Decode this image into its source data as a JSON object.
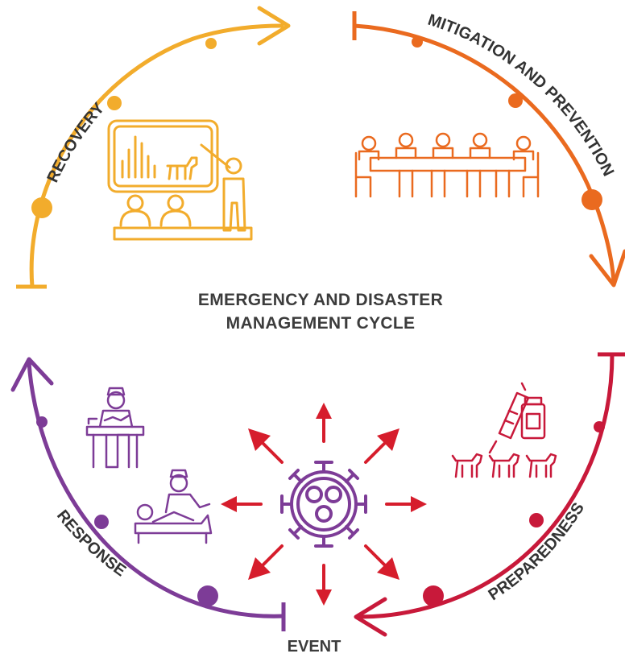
{
  "center_title": {
    "line1": "EMERGENCY AND DISASTER",
    "line2": "MANAGEMENT CYCLE"
  },
  "event_label": "EVENT",
  "phases": {
    "recovery": {
      "label": "RECOVERY",
      "color": "#f2ac2c"
    },
    "mitigation": {
      "label": "MITIGATION AND PREVENTION",
      "color": "#ea6a1f"
    },
    "preparedness": {
      "label": "PREPAREDNESS",
      "color": "#c8193a"
    },
    "response": {
      "label": "RESPONSE",
      "color": "#7d3c97"
    }
  },
  "event_color": "#d61d2c"
}
